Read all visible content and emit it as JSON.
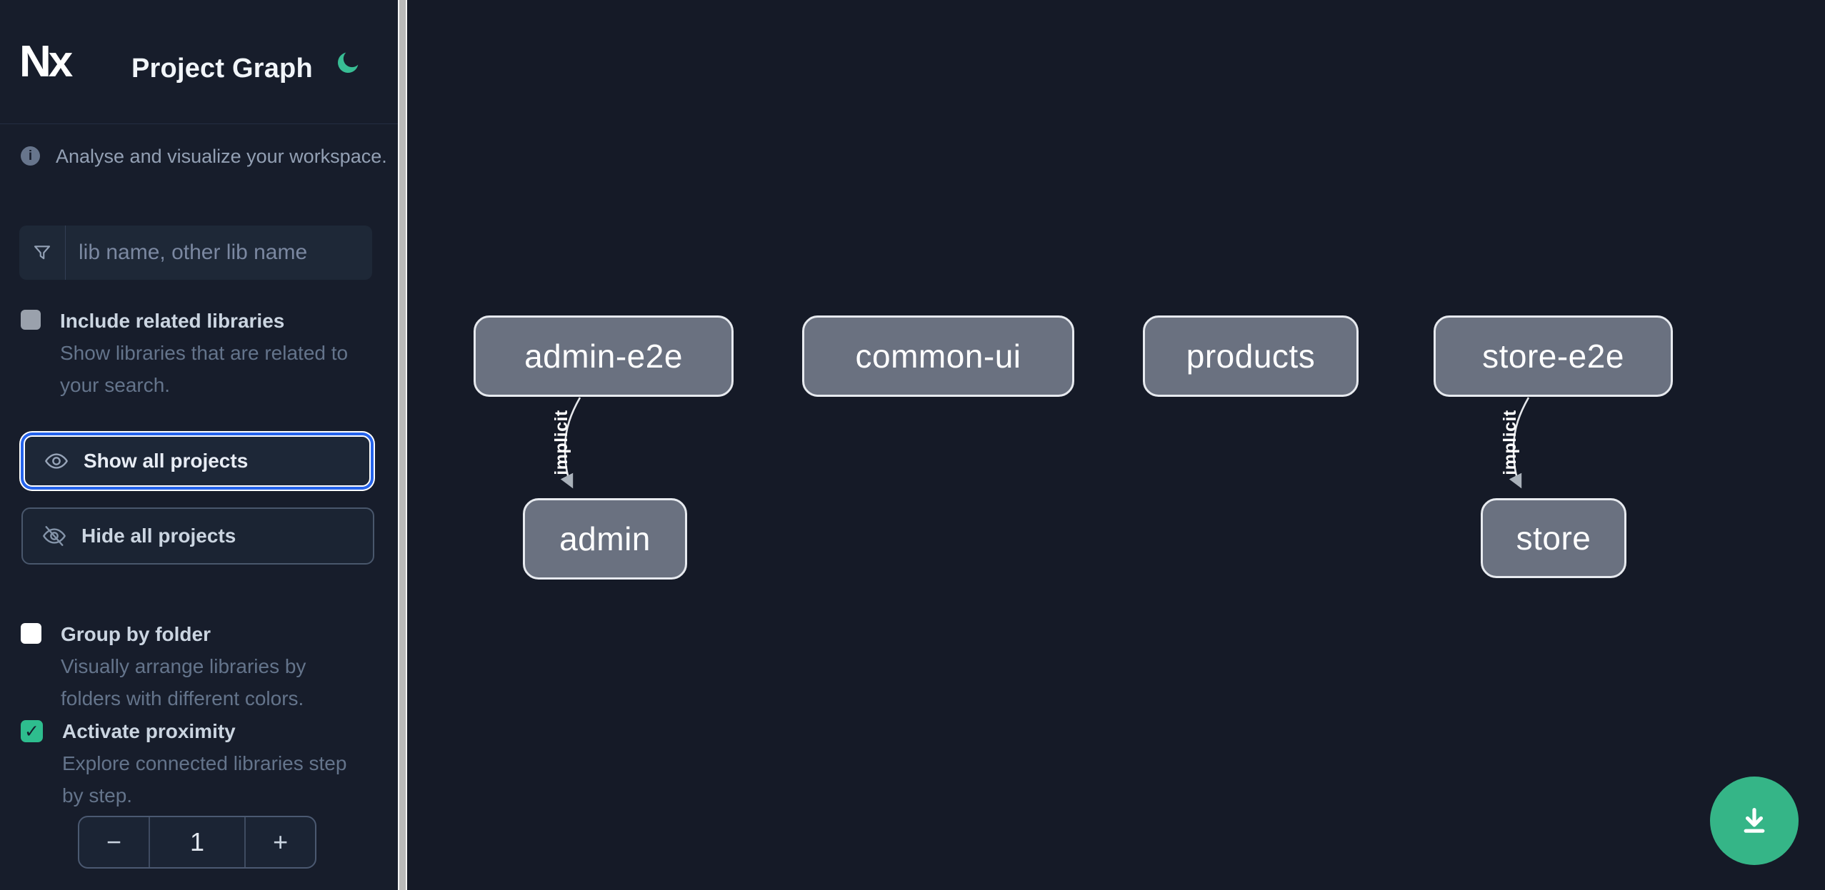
{
  "header": {
    "app_name": "Nx",
    "title": "Project Graph"
  },
  "intro": {
    "text": "Analyse and visualize your workspace."
  },
  "search": {
    "placeholder": "lib name, other lib name",
    "value": ""
  },
  "options": [
    {
      "label": "Include related libraries",
      "description": "Show libraries that are related to\nyour search.",
      "checked": false
    },
    {
      "label": "Group by folder",
      "description": "Visually arrange libraries by\nfolders with different colors.",
      "checked": false
    },
    {
      "label": "Activate proximity",
      "description": "Explore connected libraries step\nby step.",
      "checked": true
    }
  ],
  "actions": {
    "show_all": "Show all projects",
    "hide_all": "Hide all projects"
  },
  "stepper": {
    "decrement": "−",
    "value": "1",
    "increment": "+"
  },
  "graph": {
    "nodes": [
      {
        "label": "admin-e2e"
      },
      {
        "label": "common-ui"
      },
      {
        "label": "products"
      },
      {
        "label": "store-e2e"
      },
      {
        "label": "admin"
      },
      {
        "label": "store"
      }
    ],
    "edges": [
      {
        "from": "admin-e2e",
        "to": "admin",
        "label": "implicit"
      },
      {
        "from": "store-e2e",
        "to": "store",
        "label": "implicit"
      }
    ]
  },
  "colors": {
    "sidebar_bg": "#171d2b",
    "canvas_bg": "#151a27",
    "focus_accent": "#2563eb",
    "emerald": "#2ebd8e",
    "fab_green": "#35b587",
    "node_fill": "#6a7180",
    "node_border": "#e7eaef"
  }
}
